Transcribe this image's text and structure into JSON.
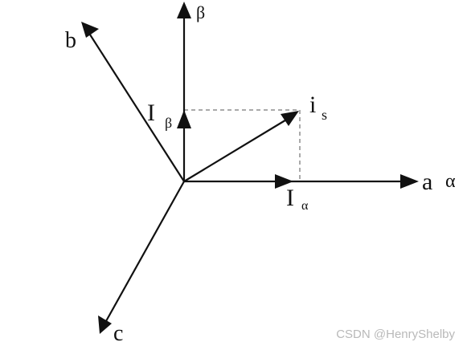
{
  "diagram": {
    "labels": {
      "beta": "β",
      "b": "b",
      "i_s_main": "i",
      "i_s_sub": "s",
      "I_beta_main": "I",
      "I_beta_sub": "β",
      "a": "a",
      "alpha": "α",
      "I_alpha_main": "I",
      "I_alpha_sub": "α",
      "c": "c"
    },
    "watermark": "CSDN @HenryShelby"
  }
}
